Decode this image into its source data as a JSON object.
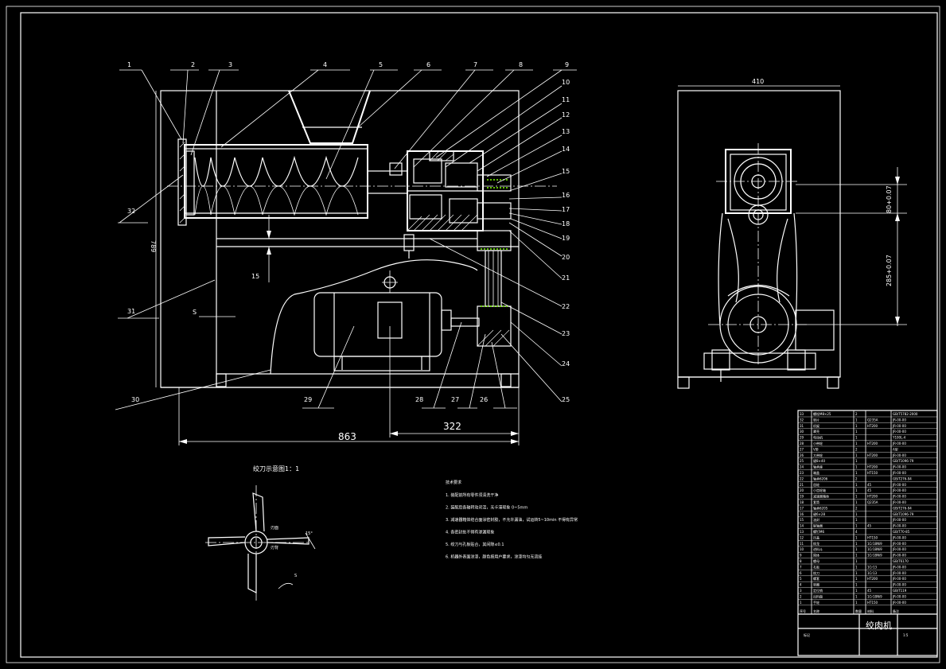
{
  "drawing": {
    "title": "绞肉机",
    "detail_caption": "绞刀示意图1：1",
    "detail_angle": "15°",
    "detail_label_s": "S",
    "detail_label_a": "刃面",
    "detail_label_b": "刃背"
  },
  "dimensions": {
    "overall_length": "863",
    "motor_offset": "322",
    "side_width": "410",
    "height_left": "789",
    "gap_s": "S",
    "dim_15": "15",
    "tol_upper": "80+0.07",
    "tol_lower": "285+0.07"
  },
  "part_labels": {
    "top": [
      "1",
      "2",
      "3",
      "4",
      "5",
      "6",
      "7",
      "8",
      "9"
    ],
    "right": [
      "10",
      "11",
      "12",
      "13",
      "14",
      "15",
      "16",
      "17",
      "18",
      "19",
      "20",
      "21",
      "22",
      "23",
      "24",
      "25"
    ],
    "bottom": [
      "26",
      "27",
      "28",
      "29",
      "30"
    ],
    "left": [
      "32",
      "31"
    ]
  },
  "notes": {
    "heading": "技术要求",
    "lines": [
      "1. 装配前所有零件须清洗干净",
      "2. 装配后各轴转动灵活，无卡滞现象 0~5mm",
      "3. 减速器箱体结合面涂密封胶，不允许漏油，试运转5~10min 不得有异常",
      "4. 各密封处不得有渗漏现象",
      "5. 绞刀与孔板贴合，其间隙≤0.1",
      "6. 机器外表面涂漆，颜色按用户要求，涂漆均匀无流挂"
    ]
  },
  "title_block": {
    "name": "绞肉机",
    "rows": [
      [
        "33",
        "螺栓M8×25",
        "2",
        "",
        "GB/T5782-2000"
      ],
      [
        "32",
        "垫片",
        "1",
        "Q235A",
        "JR-00-00"
      ],
      [
        "31",
        "机架",
        "1",
        "HT200",
        "JR-00-00"
      ],
      [
        "30",
        "罩壳",
        "1",
        "",
        "JR-00-00"
      ],
      [
        "29",
        "电动机",
        "1",
        "",
        "Y100L-4"
      ],
      [
        "28",
        "小带轮",
        "1",
        "HT200",
        "JR-00-00"
      ],
      [
        "27",
        "V带",
        "2",
        "",
        "A型"
      ],
      [
        "26",
        "大带轮",
        "1",
        "HT200",
        "JR-00-00"
      ],
      [
        "25",
        "键8×40",
        "1",
        "",
        "GB/T1096-79"
      ],
      [
        "24",
        "轴承座",
        "1",
        "HT200",
        "JR-00-00"
      ],
      [
        "23",
        "端盖",
        "1",
        "HT150",
        "JR-00-00"
      ],
      [
        "22",
        "轴承6206",
        "2",
        "",
        "GB/T276-94"
      ],
      [
        "21",
        "齿轮",
        "1",
        "45",
        "JR-00-00"
      ],
      [
        "20",
        "小齿轮轴",
        "1",
        "45",
        "JR-00-00"
      ],
      [
        "19",
        "减速器箱体",
        "1",
        "HT200",
        "JR-00-00"
      ],
      [
        "18",
        "套筒",
        "1",
        "Q235A",
        "JR-00-00"
      ],
      [
        "17",
        "轴承6205",
        "2",
        "",
        "GB/T276-94"
      ],
      [
        "16",
        "键6×28",
        "1",
        "",
        "GB/T1096-79"
      ],
      [
        "15",
        "油封",
        "1",
        "",
        "JR-00-00"
      ],
      [
        "14",
        "联轴器",
        "1",
        "45",
        "JR-00-00"
      ],
      [
        "13",
        "螺钉M6",
        "4",
        "",
        "GB/T70-85"
      ],
      [
        "12",
        "压盖",
        "1",
        "HT150",
        "JR-00-00"
      ],
      [
        "11",
        "绞龙",
        "1",
        "1Cr18Ni9",
        "JR-00-00"
      ],
      [
        "10",
        "进料斗",
        "1",
        "1Cr18Ni9",
        "JR-00-00"
      ],
      [
        "9",
        "简体",
        "1",
        "1Cr18Ni9",
        "JR-00-00"
      ],
      [
        "8",
        "螺母",
        "1",
        "",
        "GB/T6170"
      ],
      [
        "7",
        "孔板",
        "1",
        "1Cr13",
        "JR-00-00"
      ],
      [
        "6",
        "绞刀",
        "1",
        "1Cr13",
        "JR-00-00"
      ],
      [
        "5",
        "螺套",
        "1",
        "HT200",
        "JR-00-00"
      ],
      [
        "4",
        "垫圈",
        "1",
        "",
        "JR-00-00"
      ],
      [
        "3",
        "定位销",
        "1",
        "45",
        "GB/T119"
      ],
      [
        "2",
        "出料盘",
        "1",
        "1Cr18Ni9",
        "JR-00-00"
      ],
      [
        "1",
        "手轮",
        "1",
        "HT150",
        "JR-00-00"
      ]
    ],
    "header": [
      "序号",
      "名称",
      "数量",
      "材料",
      "备注"
    ],
    "footer_left": "标记",
    "footer_scale": "1:5"
  }
}
